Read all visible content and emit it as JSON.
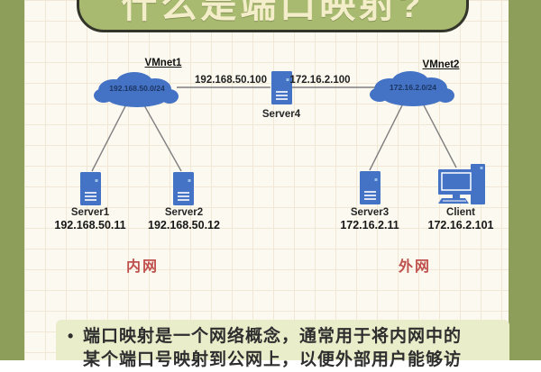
{
  "title": "什么是端口映射?",
  "diagram": {
    "networks": [
      {
        "name": "VMnet1",
        "subnet": "192.168.50.0/24"
      },
      {
        "name": "VMnet2",
        "subnet": "172.16.2.0/24"
      }
    ],
    "links": [
      {
        "label": "192.168.50.100"
      },
      {
        "label": "172.16.2.100"
      }
    ],
    "nodes": [
      {
        "name": "Server1",
        "ip": "192.168.50.11"
      },
      {
        "name": "Server2",
        "ip": "192.168.50.12"
      },
      {
        "name": "Server4"
      },
      {
        "name": "Server3",
        "ip": "172.16.2.11"
      },
      {
        "name": "Client",
        "ip": "172.16.2.101"
      }
    ],
    "zones": [
      {
        "label": "内网"
      },
      {
        "label": "外网"
      }
    ]
  },
  "note": {
    "bullet": "•",
    "line1": "端口映射是一个网络概念，通常用于将内网中的",
    "line2": "某个端口号映射到公网上，以便外部用户能够访"
  },
  "colors": {
    "frame_green": "#8c9e5a",
    "pill_green": "#a7ba70",
    "title_text": "#f3eec9",
    "node_blue": "#4472c4",
    "subnet_text": "#1c3663",
    "zone_red": "#c0504d",
    "note_bg": "#e9edca",
    "line_gray": "#7f7f7f"
  }
}
